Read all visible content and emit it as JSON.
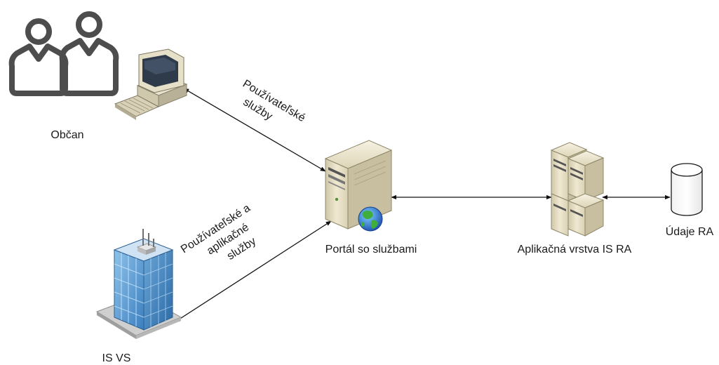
{
  "nodes": {
    "obcan": {
      "label": "Občan"
    },
    "is_vs": {
      "label": "IS VS"
    },
    "portal": {
      "label": "Portál so službami"
    },
    "aplikacna_vrstva": {
      "label": "Aplikačná vrstva IS RA"
    },
    "udaje": {
      "label": "Údaje RA"
    }
  },
  "edges": {
    "user_services": {
      "lines": [
        "Používateľské",
        "služby"
      ]
    },
    "user_app_services": {
      "lines": [
        "Používateľské a",
        "aplikačné",
        "služby"
      ]
    }
  },
  "icons": {
    "users": "users-icon",
    "computer": "desktop-computer-icon",
    "building": "office-building-icon",
    "web_server": "web-server-globe-icon",
    "server_cluster": "server-cluster-icon",
    "database": "database-icon"
  }
}
